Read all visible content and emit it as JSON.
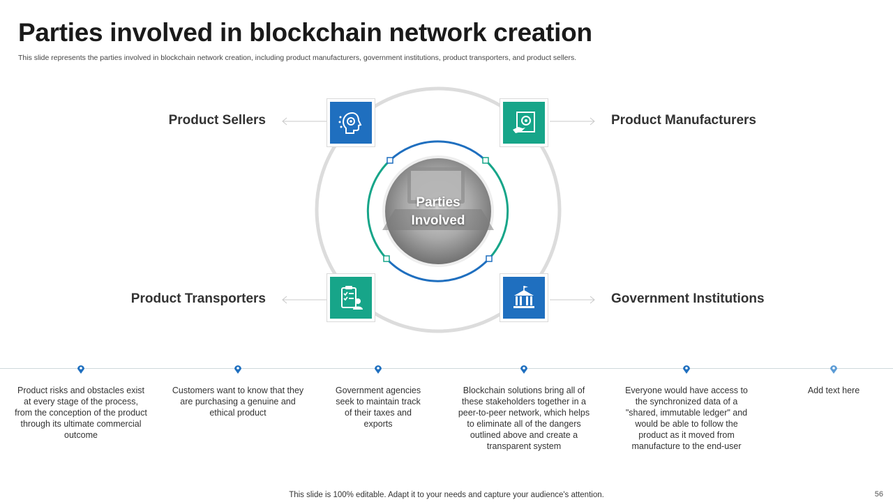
{
  "slide": {
    "title": "Parties involved in blockchain network creation",
    "subtitle": "This slide represents the parties involved in blockchain network creation, including product manufacturers, government institutions, product transporters, and product sellers.",
    "center_label_line1": "Parties",
    "center_label_line2": "Involved",
    "footer": "This slide is 100% editable. Adapt it to your needs and capture your audience's attention.",
    "page_number": "56"
  },
  "parties": [
    {
      "label": "Product Sellers",
      "icon": "brain-gear-icon",
      "color": "#1f6fbf"
    },
    {
      "label": "Product Manufacturers",
      "icon": "gear-hand-icon",
      "color": "#17a589"
    },
    {
      "label": "Product Transporters",
      "icon": "checklist-person-icon",
      "color": "#17a589"
    },
    {
      "label": "Government Institutions",
      "icon": "government-building-icon",
      "color": "#1f6fbf"
    }
  ],
  "descriptions": [
    "Product risks and obstacles exist at every stage of the process, from the conception of the product through its ultimate commercial outcome",
    "Customers want to know that they are purchasing a genuine and ethical product",
    "Government agencies seek to maintain track of their taxes and exports",
    "Blockchain solutions bring all of these stakeholders together in a peer-to-peer network, which helps to eliminate all of the dangers outlined above and create a transparent system",
    "Everyone would have access to the synchronized data of a \"shared, immutable ledger\" and would be able to follow the product as it moved from manufacture to the end-user",
    "Add text here"
  ],
  "colors": {
    "blue": "#1f6fbf",
    "teal": "#17a589"
  }
}
